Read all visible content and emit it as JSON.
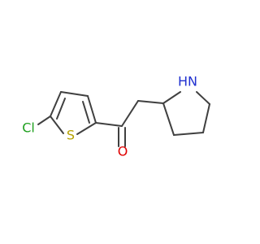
{
  "molecule": {
    "atoms": {
      "chlorine": {
        "label": "Cl",
        "color": "#1fa01f"
      },
      "sulfur": {
        "label": "S",
        "color": "#b5a200"
      },
      "oxygen": {
        "label": "O",
        "color": "#e00000"
      },
      "nitrogen": {
        "label": "N",
        "color": "#2030d0"
      },
      "hydrogen": {
        "label": "H",
        "color": "#2030d0"
      }
    },
    "bond_color": "#404040"
  }
}
